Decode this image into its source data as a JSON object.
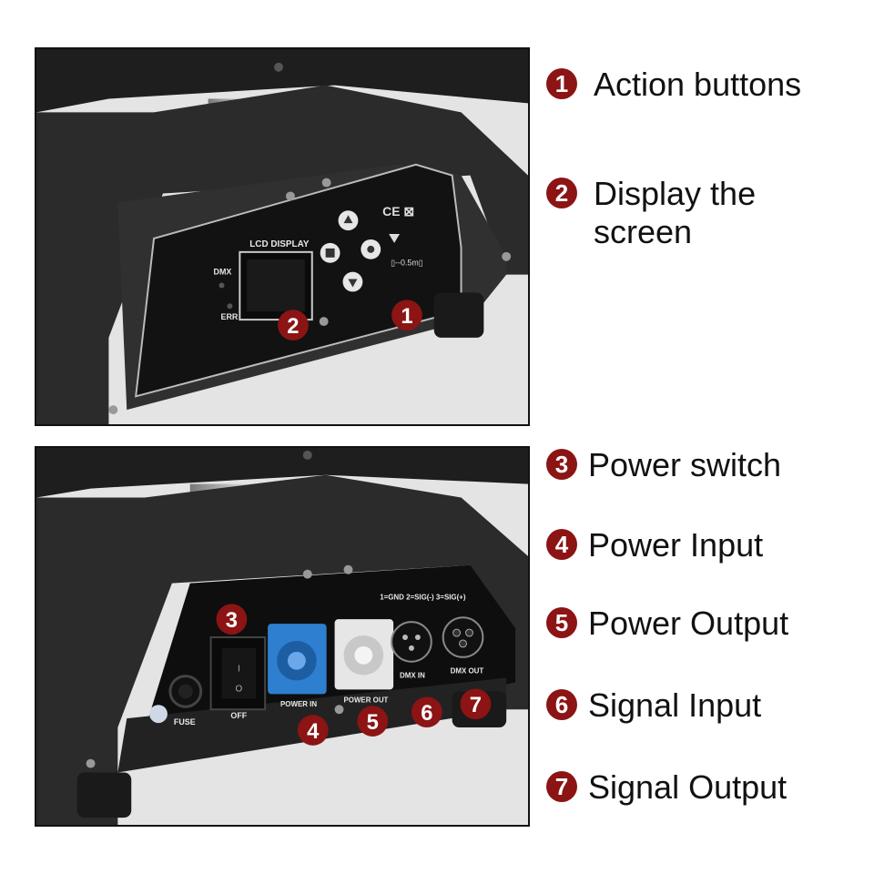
{
  "top_photo": {
    "panel_title": "LCD DISPLAY",
    "dmx_led": "DMX",
    "err_led": "ERR",
    "markers": [
      "2",
      "1"
    ]
  },
  "bottom_photo": {
    "wiring": "1=GND  2=SIG(-)  3=SIG(+)",
    "fuse": "FUSE",
    "off": "OFF",
    "power_in": "POWER IN",
    "power_out": "POWER OUT",
    "dmx_in": "DMX IN",
    "dmx_out": "DMX OUT",
    "markers": [
      "3",
      "4",
      "5",
      "6",
      "7"
    ]
  },
  "labels": [
    {
      "num": "1",
      "text": "Action buttons"
    },
    {
      "num": "2",
      "text": "Display the screen"
    },
    {
      "num": "3",
      "text": "Power switch"
    },
    {
      "num": "4",
      "text": "Power Input"
    },
    {
      "num": "5",
      "text": "Power Output"
    },
    {
      "num": "6",
      "text": "Signal Input"
    },
    {
      "num": "7",
      "text": "Signal Output"
    }
  ],
  "colors": {
    "marker": "#8c1414",
    "powercon_blue": "#2f7fd0",
    "powercon_white": "#e6e6e6",
    "housing": "#2a2a2a"
  }
}
